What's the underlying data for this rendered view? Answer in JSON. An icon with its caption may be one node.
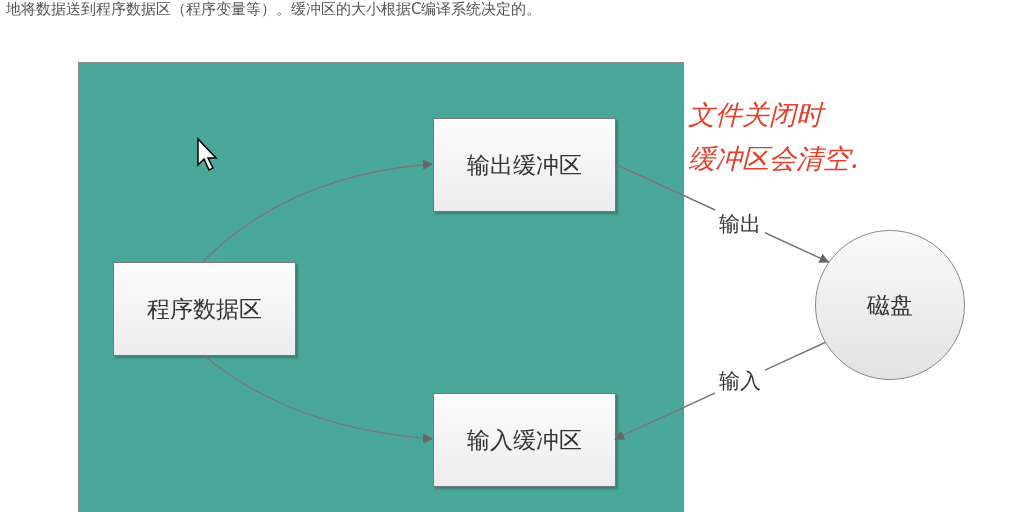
{
  "diagram": {
    "nodes": [
      {
        "text": [],
        "shape": "box"
      },
      {
        "text": [
          "输出缓冲区"
        ],
        "in": 0
      },
      {
        "text": [
          "程序数据区"
        ],
        "in": 0
      },
      {
        "text": [
          "输入缓冲区"
        ],
        "in": 0
      },
      {
        "text": [
          "磁盘"
        ]
      }
    ],
    "edges": [
      {
        "from": 2,
        "to": 1,
        "arrow": "to"
      },
      {
        "from": 2,
        "to": 3,
        "arrow": "to"
      },
      {
        "from": 1,
        "to": 4,
        "arrow": "to",
        "label": "输出"
      },
      {
        "from": 4,
        "to": 3,
        "arrow": "to",
        "label": "输入"
      }
    ],
    "labels": [
      "地将数据送到程序数据区（程序变量等）。缓冲区的大小根据C编译系统决定的。",
      "文件关闭时",
      "缓冲区会清空."
    ]
  }
}
